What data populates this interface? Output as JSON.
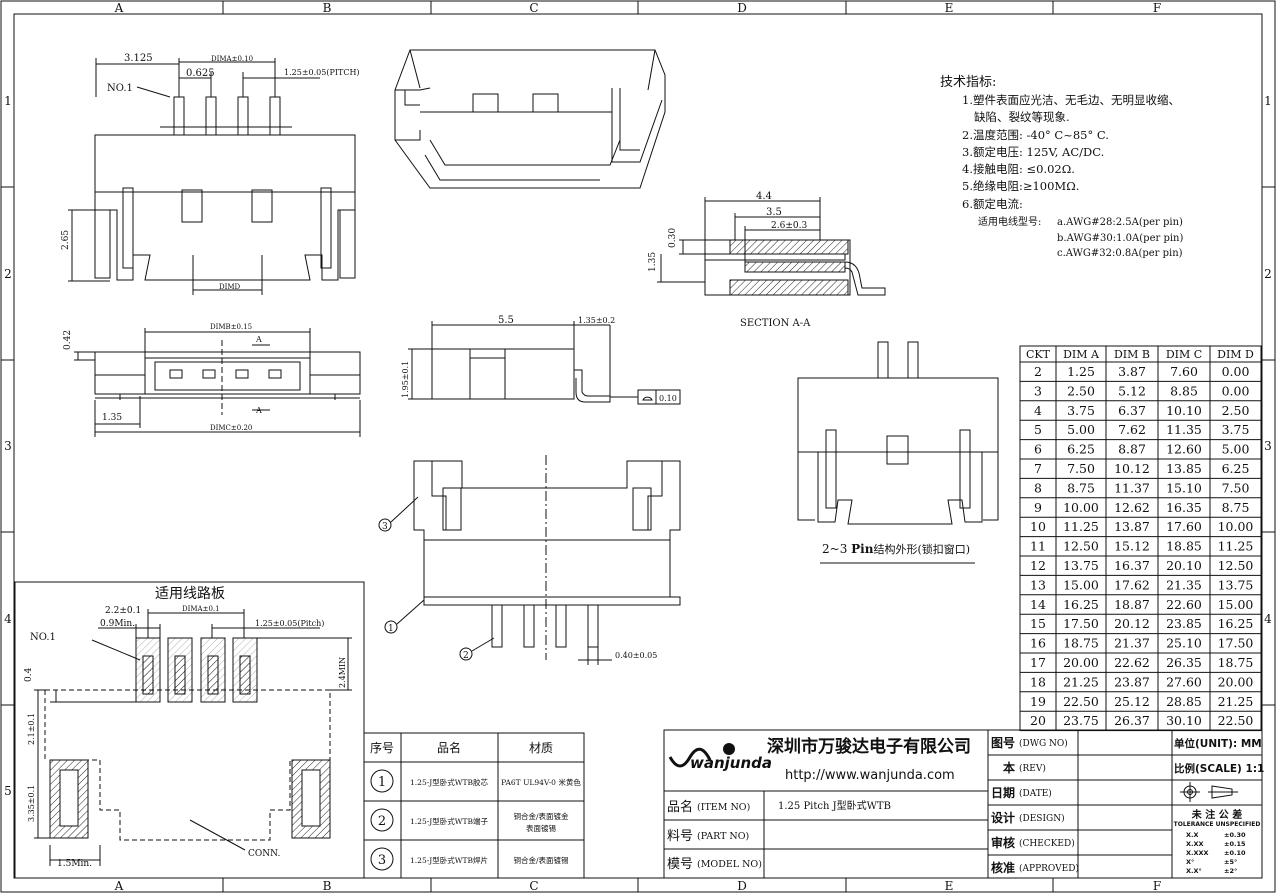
{
  "border": {
    "columns": [
      "A",
      "B",
      "C",
      "D",
      "E",
      "F"
    ],
    "rows": [
      "1",
      "2",
      "3",
      "4",
      "5"
    ]
  },
  "tech_spec": {
    "title": "技术指标:",
    "items": [
      "1.塑件表面应光洁、无毛边、无明显收缩、",
      "缺陷、裂纹等现象.",
      "2.温度范围: -40° C~85° C.",
      "3.额定电压: 125V, AC/DC.",
      "4.接触电阻: ≤0.02Ω.",
      "5.绝缘电阻:≥100MΩ.",
      "6.额定电流:"
    ],
    "wire_label": "适用电线型号:",
    "wires": [
      "a.AWG#28:2.5A(per pin)",
      "b.AWG#30:1.0A(per pin)",
      "c.AWG#32:0.8A(per pin)"
    ]
  },
  "dims_top": {
    "d1": "3.125",
    "d2": "DIMA±0.10",
    "d3": "0.625",
    "d4": "1.25±0.05(PITCH)",
    "no1": "NO.1",
    "h": "2.65",
    "dimd": "DIMD"
  },
  "dims_mid": {
    "dimb": "DIMB±0.15",
    "dimc": "DIMC±0.20",
    "d042": "0.42",
    "d135": "1.35",
    "a": "A"
  },
  "dims_side": {
    "d55": "5.5",
    "d135": "1.35±0.2",
    "d195": "1.95±0.1",
    "flat": "0.10"
  },
  "section": {
    "d44": "4.4",
    "d35": "3.5",
    "d26": "2.6±0.3",
    "d030": "0.30",
    "d135": "1.35",
    "label": "SECTION A-A"
  },
  "front": {
    "d040": "0.40±0.05",
    "c1": "1",
    "c2": "2",
    "c3": "3"
  },
  "pin23": {
    "label_a": "2~3 ",
    "label_b": "Pin",
    "label_c": "结构外形(锁扣窗口)"
  },
  "pcb": {
    "title": "适用线路板",
    "d22": "2.2±0.1",
    "d09": "0.9Min.",
    "dima": "DIMA±0.1",
    "pitch": "1.25±0.05(Pitch)",
    "no1": "NO.1",
    "d04": "0.4",
    "d24": "2.4MIN",
    "d21": "2.1±0.1",
    "d335": "3.35±0.1",
    "conn": "CONN.",
    "d15": "1.5Min."
  },
  "dim_table": {
    "headers": [
      "CKT",
      "DIM A",
      "DIM B",
      "DIM C",
      "DIM D"
    ],
    "rows": [
      [
        "2",
        "1.25",
        "3.87",
        "7.60",
        "0.00"
      ],
      [
        "3",
        "2.50",
        "5.12",
        "8.85",
        "0.00"
      ],
      [
        "4",
        "3.75",
        "6.37",
        "10.10",
        "2.50"
      ],
      [
        "5",
        "5.00",
        "7.62",
        "11.35",
        "3.75"
      ],
      [
        "6",
        "6.25",
        "8.87",
        "12.60",
        "5.00"
      ],
      [
        "7",
        "7.50",
        "10.12",
        "13.85",
        "6.25"
      ],
      [
        "8",
        "8.75",
        "11.37",
        "15.10",
        "7.50"
      ],
      [
        "9",
        "10.00",
        "12.62",
        "16.35",
        "8.75"
      ],
      [
        "10",
        "11.25",
        "13.87",
        "17.60",
        "10.00"
      ],
      [
        "11",
        "12.50",
        "15.12",
        "18.85",
        "11.25"
      ],
      [
        "12",
        "13.75",
        "16.37",
        "20.10",
        "12.50"
      ],
      [
        "13",
        "15.00",
        "17.62",
        "21.35",
        "13.75"
      ],
      [
        "14",
        "16.25",
        "18.87",
        "22.60",
        "15.00"
      ],
      [
        "15",
        "17.50",
        "20.12",
        "23.85",
        "16.25"
      ],
      [
        "16",
        "18.75",
        "21.37",
        "25.10",
        "17.50"
      ],
      [
        "17",
        "20.00",
        "22.62",
        "26.35",
        "18.75"
      ],
      [
        "18",
        "21.25",
        "23.87",
        "27.60",
        "20.00"
      ],
      [
        "19",
        "22.50",
        "25.12",
        "28.85",
        "21.25"
      ],
      [
        "20",
        "23.75",
        "26.37",
        "30.10",
        "22.50"
      ]
    ]
  },
  "bom": {
    "headers": [
      "序号",
      "品名",
      "材质"
    ],
    "rows": [
      [
        "1",
        "1.25-J型卧式WTB胶芯",
        "PA6T UL94V-0 米黄色",
        ""
      ],
      [
        "2",
        "1.25-J型卧式WTB端子",
        "铜合金/表面镀金",
        "表面镀锡"
      ],
      [
        "3",
        "1.25-J型卧式WTB焊片",
        "铜合金/表面镀锡",
        ""
      ]
    ]
  },
  "title_block": {
    "company": "深圳市万骏达电子有限公司",
    "url": "http://www.wanjunda.com",
    "logo": "wanjunda",
    "item_label": "品名",
    "item_en": "(ITEM NO)",
    "item_value": "1.25 Pitch J型卧式WTB",
    "part_label": "料号",
    "part_en": "(PART NO)",
    "model_label": "模号",
    "model_en": "(MODEL NO)",
    "fields": [
      [
        "图号",
        "(DWG NO)"
      ],
      [
        "本",
        "(REV)"
      ],
      [
        "日期",
        "(DATE)"
      ],
      [
        "设计",
        "(DESIGN)"
      ],
      [
        "审核",
        "(CHECKED)"
      ],
      [
        "核准",
        "(APPROVED)"
      ]
    ],
    "unit": "单位(UNIT): MM",
    "scale": "比例(SCALE) 1:1",
    "tol_title": "未 注 公 差",
    "tol_sub": "TOLERANCE UNSPECIFIED",
    "tols": [
      [
        "X.X",
        "±0.30"
      ],
      [
        "X.XX",
        "±0.15"
      ],
      [
        "X.XXX",
        "±0.10"
      ],
      [
        "X°",
        "±5°"
      ],
      [
        "X.X°",
        "±2°"
      ]
    ]
  },
  "colors": {
    "line": "#111111",
    "hatch": "#222222"
  }
}
